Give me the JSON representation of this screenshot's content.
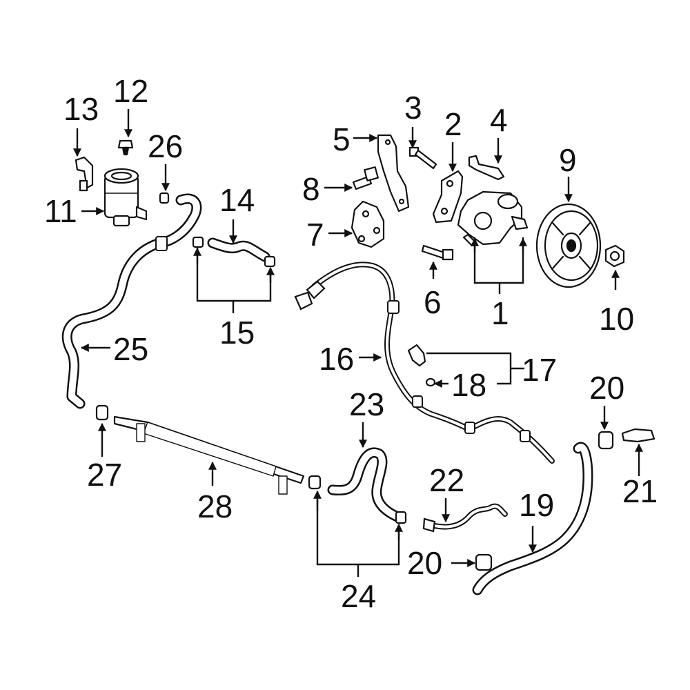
{
  "callouts": {
    "c1": "1",
    "c2": "2",
    "c3": "3",
    "c4": "4",
    "c5": "5",
    "c6": "6",
    "c7": "7",
    "c8": "8",
    "c9": "9",
    "c10": "10",
    "c11": "11",
    "c12": "12",
    "c13": "13",
    "c14": "14",
    "c15": "15",
    "c16": "16",
    "c17": "17",
    "c18": "18",
    "c19": "19",
    "c20a": "20",
    "c20b": "20",
    "c21": "21",
    "c22": "22",
    "c23": "23",
    "c24": "24",
    "c25": "25",
    "c26": "26",
    "c27": "27",
    "c28": "28"
  }
}
